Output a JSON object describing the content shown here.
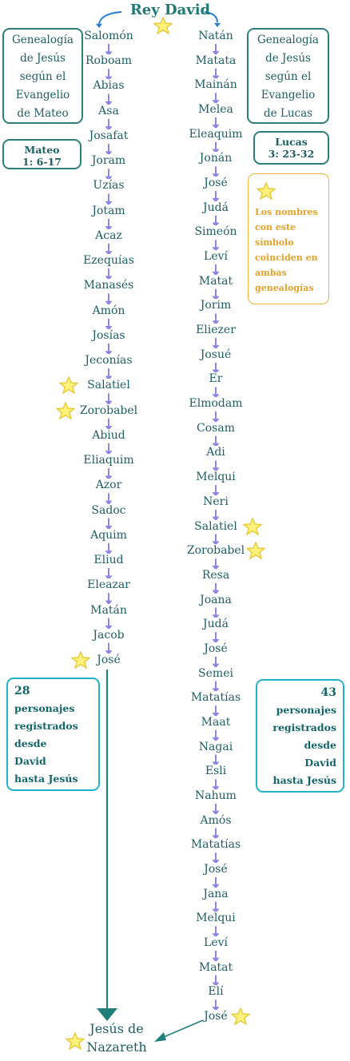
{
  "title": "Rey David",
  "colors": {
    "name_text": "#1f5e63",
    "arrow": "#8d86e6",
    "trunk": "#1f7f7a",
    "box_border": "#2e7f7a",
    "count_border": "#23b3c9",
    "note_border": "#f0b43b",
    "note_text": "#e6a22a",
    "star_fill": "#fff27a",
    "star_stroke": "#e8c93a",
    "top_arrow": "#2a7fd4"
  },
  "mateo_box": {
    "lines": [
      "Genealogía",
      "de Jesús",
      "según el",
      "Evangelio",
      "de Mateo"
    ]
  },
  "lucas_box": {
    "lines": [
      "Genealogía",
      "de Jesús",
      "según el",
      "Evangelio",
      "de Lucas"
    ]
  },
  "mateo_ref": {
    "line1": "Mateo",
    "line2": "1: 6-17"
  },
  "lucas_ref": {
    "line1": "Lucas",
    "line2": "3: 23-32"
  },
  "note": {
    "icon": "star-icon",
    "lines": [
      "Los nombres",
      "con este",
      "símbolo",
      "coinciden en",
      "ambas",
      "genealogías"
    ]
  },
  "mateo_count": {
    "number": "28",
    "lines": [
      "personajes",
      "registrados",
      "desde",
      "David",
      "hasta Jesús"
    ]
  },
  "lucas_count": {
    "number": "43",
    "lines": [
      "personajes",
      "registrados",
      "desde",
      "David",
      "hasta Jesús"
    ]
  },
  "mateo_names": [
    {
      "name": "Salomón",
      "star": false
    },
    {
      "name": "Roboam",
      "star": false
    },
    {
      "name": "Abias",
      "star": false
    },
    {
      "name": "Asa",
      "star": false
    },
    {
      "name": "Josafat",
      "star": false
    },
    {
      "name": "Joram",
      "star": false
    },
    {
      "name": "Uzías",
      "star": false
    },
    {
      "name": "Jotam",
      "star": false
    },
    {
      "name": "Acaz",
      "star": false
    },
    {
      "name": "Ezequías",
      "star": false
    },
    {
      "name": "Manasés",
      "star": false
    },
    {
      "name": "Amón",
      "star": false
    },
    {
      "name": "Josías",
      "star": false
    },
    {
      "name": "Jeconías",
      "star": false
    },
    {
      "name": "Salatiel",
      "star": true
    },
    {
      "name": "Zorobabel",
      "star": true
    },
    {
      "name": "Abiud",
      "star": false
    },
    {
      "name": "Eliaquim",
      "star": false
    },
    {
      "name": "Azor",
      "star": false
    },
    {
      "name": "Sadoc",
      "star": false
    },
    {
      "name": "Aquim",
      "star": false
    },
    {
      "name": "Eliud",
      "star": false
    },
    {
      "name": "Eleazar",
      "star": false
    },
    {
      "name": "Matán",
      "star": false
    },
    {
      "name": "Jacob",
      "star": false
    },
    {
      "name": "José",
      "star": true
    }
  ],
  "lucas_names": [
    {
      "name": "Natán",
      "star": false
    },
    {
      "name": "Matata",
      "star": false
    },
    {
      "name": "Mainán",
      "star": false
    },
    {
      "name": "Melea",
      "star": false
    },
    {
      "name": "Eleaquim",
      "star": false
    },
    {
      "name": "Jonán",
      "star": false
    },
    {
      "name": "José",
      "star": false
    },
    {
      "name": "Judá",
      "star": false
    },
    {
      "name": "Simeón",
      "star": false
    },
    {
      "name": "Leví",
      "star": false
    },
    {
      "name": "Matat",
      "star": false
    },
    {
      "name": "Jorim",
      "star": false
    },
    {
      "name": "Eliezer",
      "star": false
    },
    {
      "name": "Josué",
      "star": false
    },
    {
      "name": "Er",
      "star": false
    },
    {
      "name": "Elmodam",
      "star": false
    },
    {
      "name": "Cosam",
      "star": false
    },
    {
      "name": "Adi",
      "star": false
    },
    {
      "name": "Melqui",
      "star": false
    },
    {
      "name": "Neri",
      "star": false
    },
    {
      "name": "Salatiel",
      "star": true
    },
    {
      "name": "Zorobabel",
      "star": true
    },
    {
      "name": "Resa",
      "star": false
    },
    {
      "name": "Joana",
      "star": false
    },
    {
      "name": "Judá",
      "star": false
    },
    {
      "name": "José",
      "star": false
    },
    {
      "name": "Semei",
      "star": false
    },
    {
      "name": "Matatías",
      "star": false
    },
    {
      "name": "Maat",
      "star": false
    },
    {
      "name": "Nagai",
      "star": false
    },
    {
      "name": "Esli",
      "star": false
    },
    {
      "name": "Nahum",
      "star": false
    },
    {
      "name": "Amós",
      "star": false
    },
    {
      "name": "Matatías",
      "star": false
    },
    {
      "name": "José",
      "star": false
    },
    {
      "name": "Jana",
      "star": false
    },
    {
      "name": "Melqui",
      "star": false
    },
    {
      "name": "Leví",
      "star": false
    },
    {
      "name": "Matat",
      "star": false
    },
    {
      "name": "Elí",
      "star": false
    },
    {
      "name": "José",
      "star": true
    }
  ],
  "final": {
    "line1": "Jesús de",
    "line2": "Nazareth",
    "star": true
  }
}
